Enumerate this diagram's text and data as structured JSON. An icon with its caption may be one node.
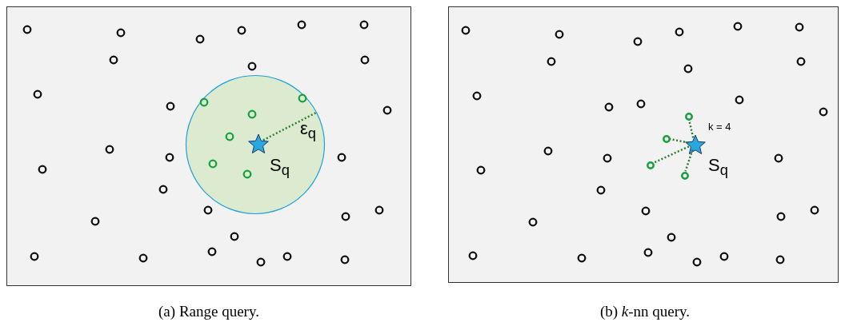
{
  "diagram": {
    "nodes": [
      {
        "text": [],
        "shape": "box",
        "beside": [
          "(a) Range query."
        ]
      },
      {
        "text": [],
        "shape": "circle",
        "in": 0
      },
      {
        "text": [],
        "shape": "star",
        "in": 1,
        "beside": [
          "S$_{q}$"
        ]
      },
      {
        "text": [],
        "shape": "box",
        "beside": [
          "(b) *k*-nn query."
        ]
      },
      {
        "text": [],
        "shape": "star",
        "in": 3,
        "beside": [
          "k = 4",
          "S$_{q}$"
        ]
      },
      {
        "text": [],
        "shape": "circle",
        "in": 3
      },
      {
        "text": [],
        "shape": "circle",
        "in": 3
      },
      {
        "text": [],
        "shape": "circle",
        "in": 3
      },
      {
        "text": [],
        "shape": "circle",
        "in": 3
      }
    ],
    "edges": [
      {
        "from": 2,
        "to": 1,
        "arrow": "none",
        "label": "ε$_{q}$",
        "style": "dashed"
      },
      {
        "from": 4,
        "to": 5,
        "arrow": "none",
        "style": "dashed"
      },
      {
        "from": 4,
        "to": 6,
        "arrow": "none",
        "style": "dashed"
      },
      {
        "from": 4,
        "to": 7,
        "arrow": "none",
        "style": "dashed"
      },
      {
        "from": 4,
        "to": 8,
        "arrow": "none",
        "style": "dashed"
      }
    ]
  }
}
